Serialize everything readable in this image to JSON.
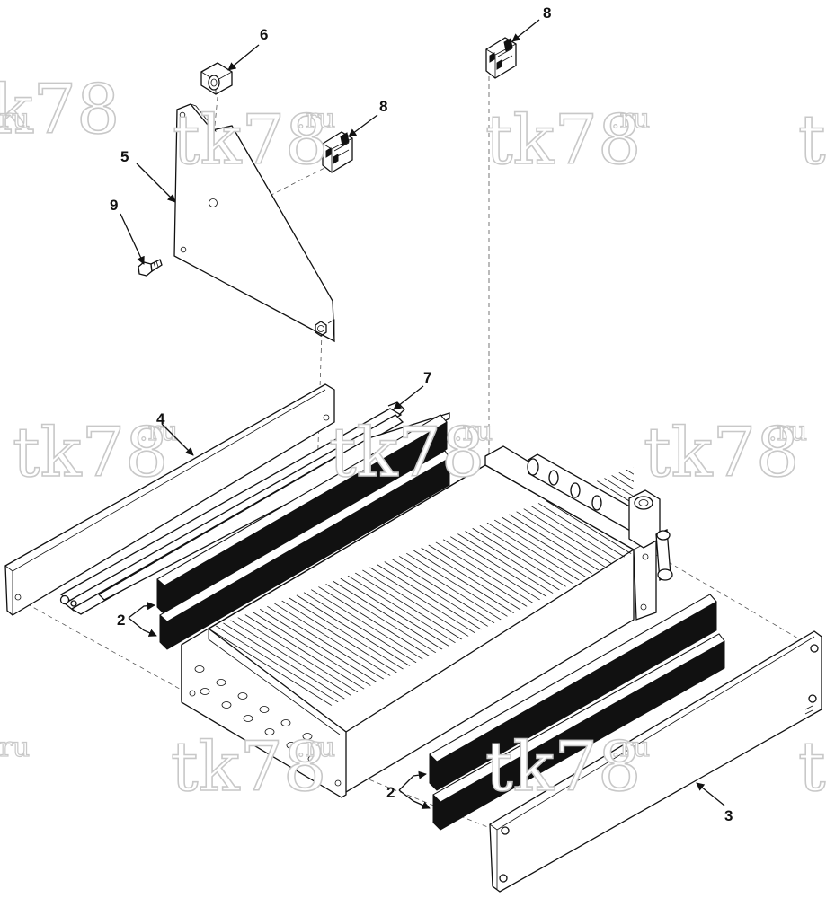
{
  "watermark": {
    "main": "tk78",
    "suffix": ".ru"
  },
  "callouts": {
    "c2a": "2",
    "c2b": "2",
    "c3": "3",
    "c4": "4",
    "c5": "5",
    "c6": "6",
    "c7": "7",
    "c8a": "8",
    "c8b": "8",
    "c9": "9"
  }
}
